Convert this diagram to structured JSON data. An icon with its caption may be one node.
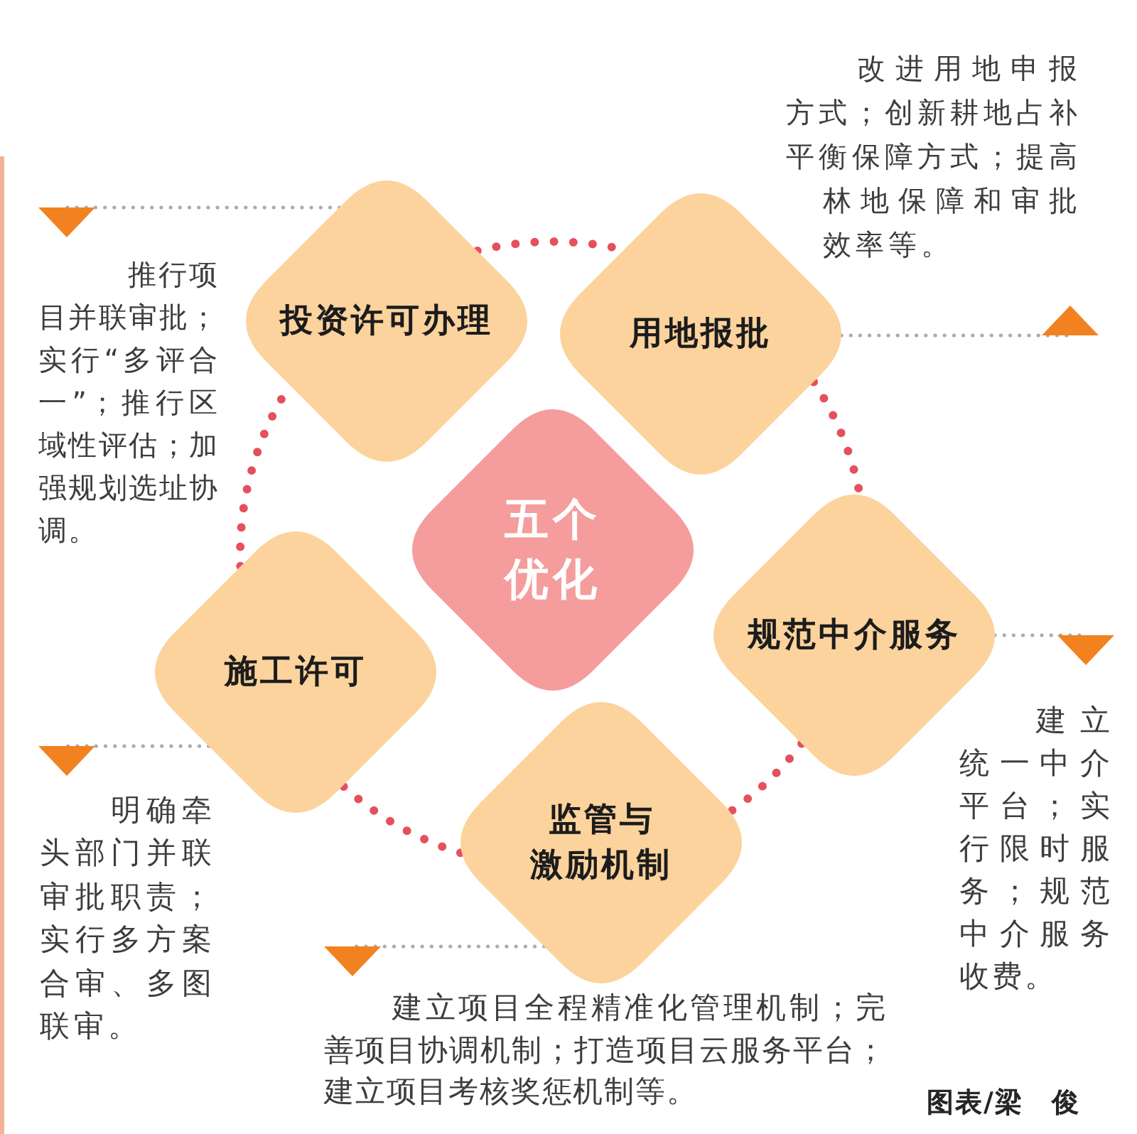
{
  "diagram": {
    "nodes": [
      {
        "text": [
          "五个优化"
        ]
      },
      {
        "text": [
          "投资许可办理"
        ]
      },
      {
        "text": [
          "用地报批"
        ]
      },
      {
        "text": [
          "规范中介服务"
        ]
      },
      {
        "text": [
          "施工许可"
        ]
      },
      {
        "text": [
          "监管与激励机制"
        ]
      },
      {
        "text": [
          "推行项目并联审批；实行“多评合一”；推行区域性评估；加强规划选址协调。"
        ]
      },
      {
        "text": [
          "改进用地申报方式；创新耕地占补平衡保障方式；提高林地保障和审批效率等。"
        ]
      },
      {
        "text": [
          "建立统一中介平台；实行限时服务；规范中介服务收费。"
        ]
      },
      {
        "text": [
          "明确牵头部门并联审批职责；实行多方案合审、多图联审。"
        ]
      },
      {
        "text": [
          "建立项目全程精准化管理机制；完善项目协调机制；打造项目云服务平台；建立项目考核奖惩机制等。"
        ]
      }
    ],
    "edges": [
      {
        "from": 1,
        "to": 2,
        "arrow": "none",
        "style": "dashed",
        "color": "#e5505c"
      },
      {
        "from": 2,
        "to": 3,
        "arrow": "none",
        "style": "dashed",
        "color": "#e5505c"
      },
      {
        "from": 3,
        "to": 5,
        "arrow": "none",
        "style": "dashed",
        "color": "#e5505c"
      },
      {
        "from": 5,
        "to": 4,
        "arrow": "none",
        "style": "dashed",
        "color": "#e5505c"
      },
      {
        "from": 4,
        "to": 1,
        "arrow": "none",
        "style": "dashed",
        "color": "#e5505c"
      },
      {
        "from": 1,
        "to": 6,
        "arrow": "to",
        "style": "dashed",
        "color": "#a5acb4"
      },
      {
        "from": 2,
        "to": 7,
        "arrow": "to",
        "style": "dashed",
        "color": "#a5acb4"
      },
      {
        "from": 3,
        "to": 8,
        "arrow": "to",
        "style": "dashed",
        "color": "#a5acb4"
      },
      {
        "from": 4,
        "to": 9,
        "arrow": "to",
        "style": "dashed",
        "color": "#a5acb4"
      },
      {
        "from": 5,
        "to": 10,
        "arrow": "to",
        "style": "dashed",
        "color": "#a5acb4"
      }
    ],
    "labels": [
      "图表/梁　俊"
    ]
  }
}
